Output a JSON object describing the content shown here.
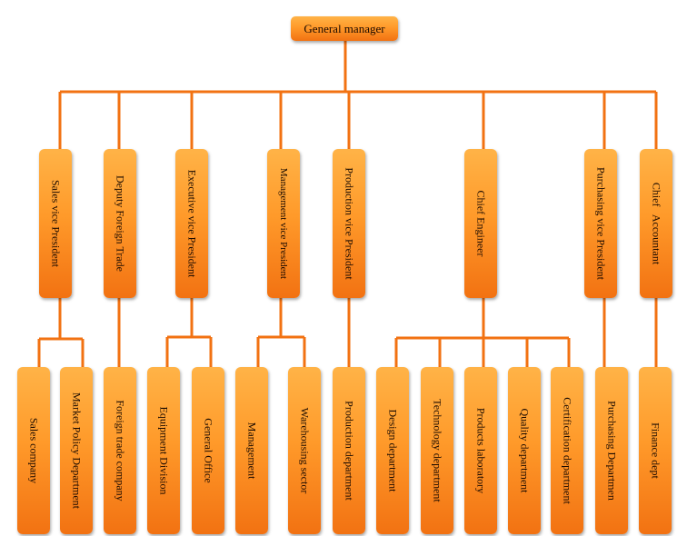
{
  "root": "General manager",
  "mid": [
    "Sales vice President",
    "Deputy Foreign Trade",
    "Executive vice President",
    "Management vice President",
    "Production vice President",
    "Chief Engineer",
    "Purchasing vice President",
    "Chief   Accountant"
  ],
  "leaves": [
    "Sales company",
    "Market Policy Department",
    "Foreign trade company",
    "Equipment Division",
    "General Office",
    "Management",
    "Warehousing sector",
    "Production department",
    "Design department",
    "Technology department",
    "Products laboratory",
    "Quality department",
    "Certification department",
    "Purchasing Departmen",
    "Finance dept"
  ],
  "colors": {
    "box": "#ff9a2a",
    "line": "#f27212"
  }
}
